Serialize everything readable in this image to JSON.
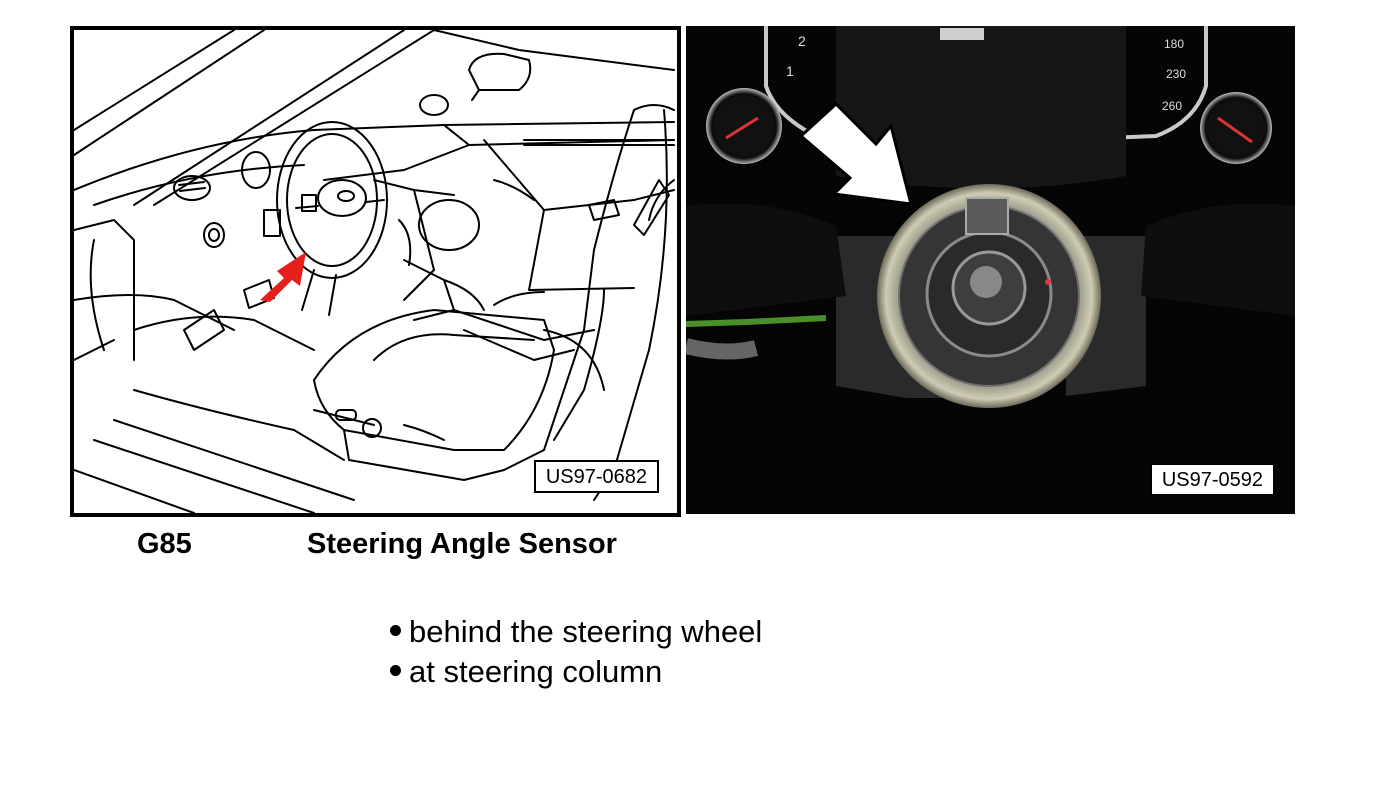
{
  "figures": {
    "left": {
      "reference": "US97-0682",
      "arrow_color": "#e5201c"
    },
    "right": {
      "reference": "US97-0592"
    }
  },
  "component": {
    "code": "G85",
    "name": "Steering Angle Sensor"
  },
  "locations": [
    "behind the steering wheel",
    "at steering column"
  ]
}
